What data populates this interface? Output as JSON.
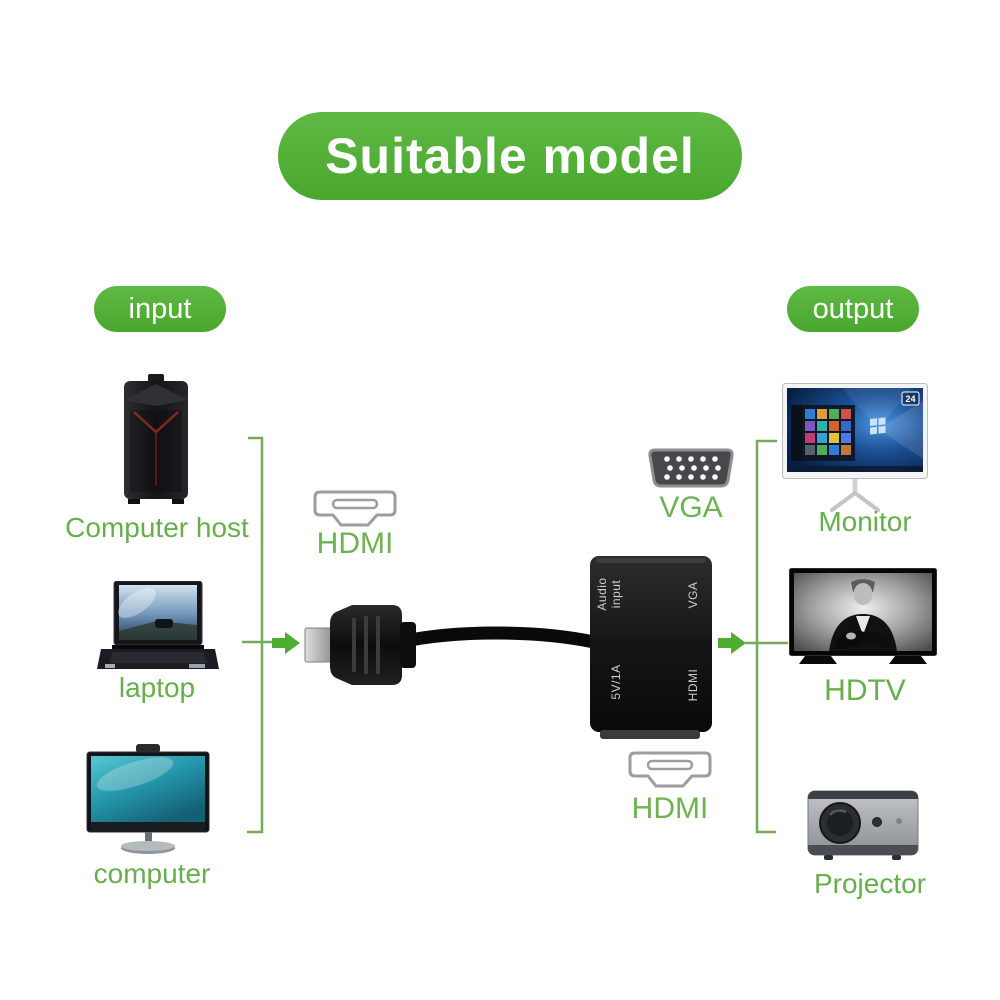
{
  "title": "Suitable model",
  "sections": {
    "input": {
      "label": "input",
      "items": [
        {
          "label": "Computer host"
        },
        {
          "label": "laptop"
        },
        {
          "label": "computer"
        }
      ]
    },
    "output": {
      "label": "output",
      "items": [
        {
          "label": "Monitor",
          "badge": "24"
        },
        {
          "label": "HDTV"
        },
        {
          "label": "Projector"
        }
      ]
    }
  },
  "ports": {
    "hdmi_in": "HDMI",
    "vga_out": "VGA",
    "hdmi_out": "HDMI"
  },
  "adapter": {
    "audio_port": "Audio input",
    "vga_port": "VGA",
    "power_port": "5V/1A",
    "hdmi_port": "HDMI"
  },
  "colors": {
    "banner_green": "#52b235",
    "label_green": "#68ae4c",
    "connector_green": "#76aa58",
    "arrow_green": "#4fae2d"
  }
}
